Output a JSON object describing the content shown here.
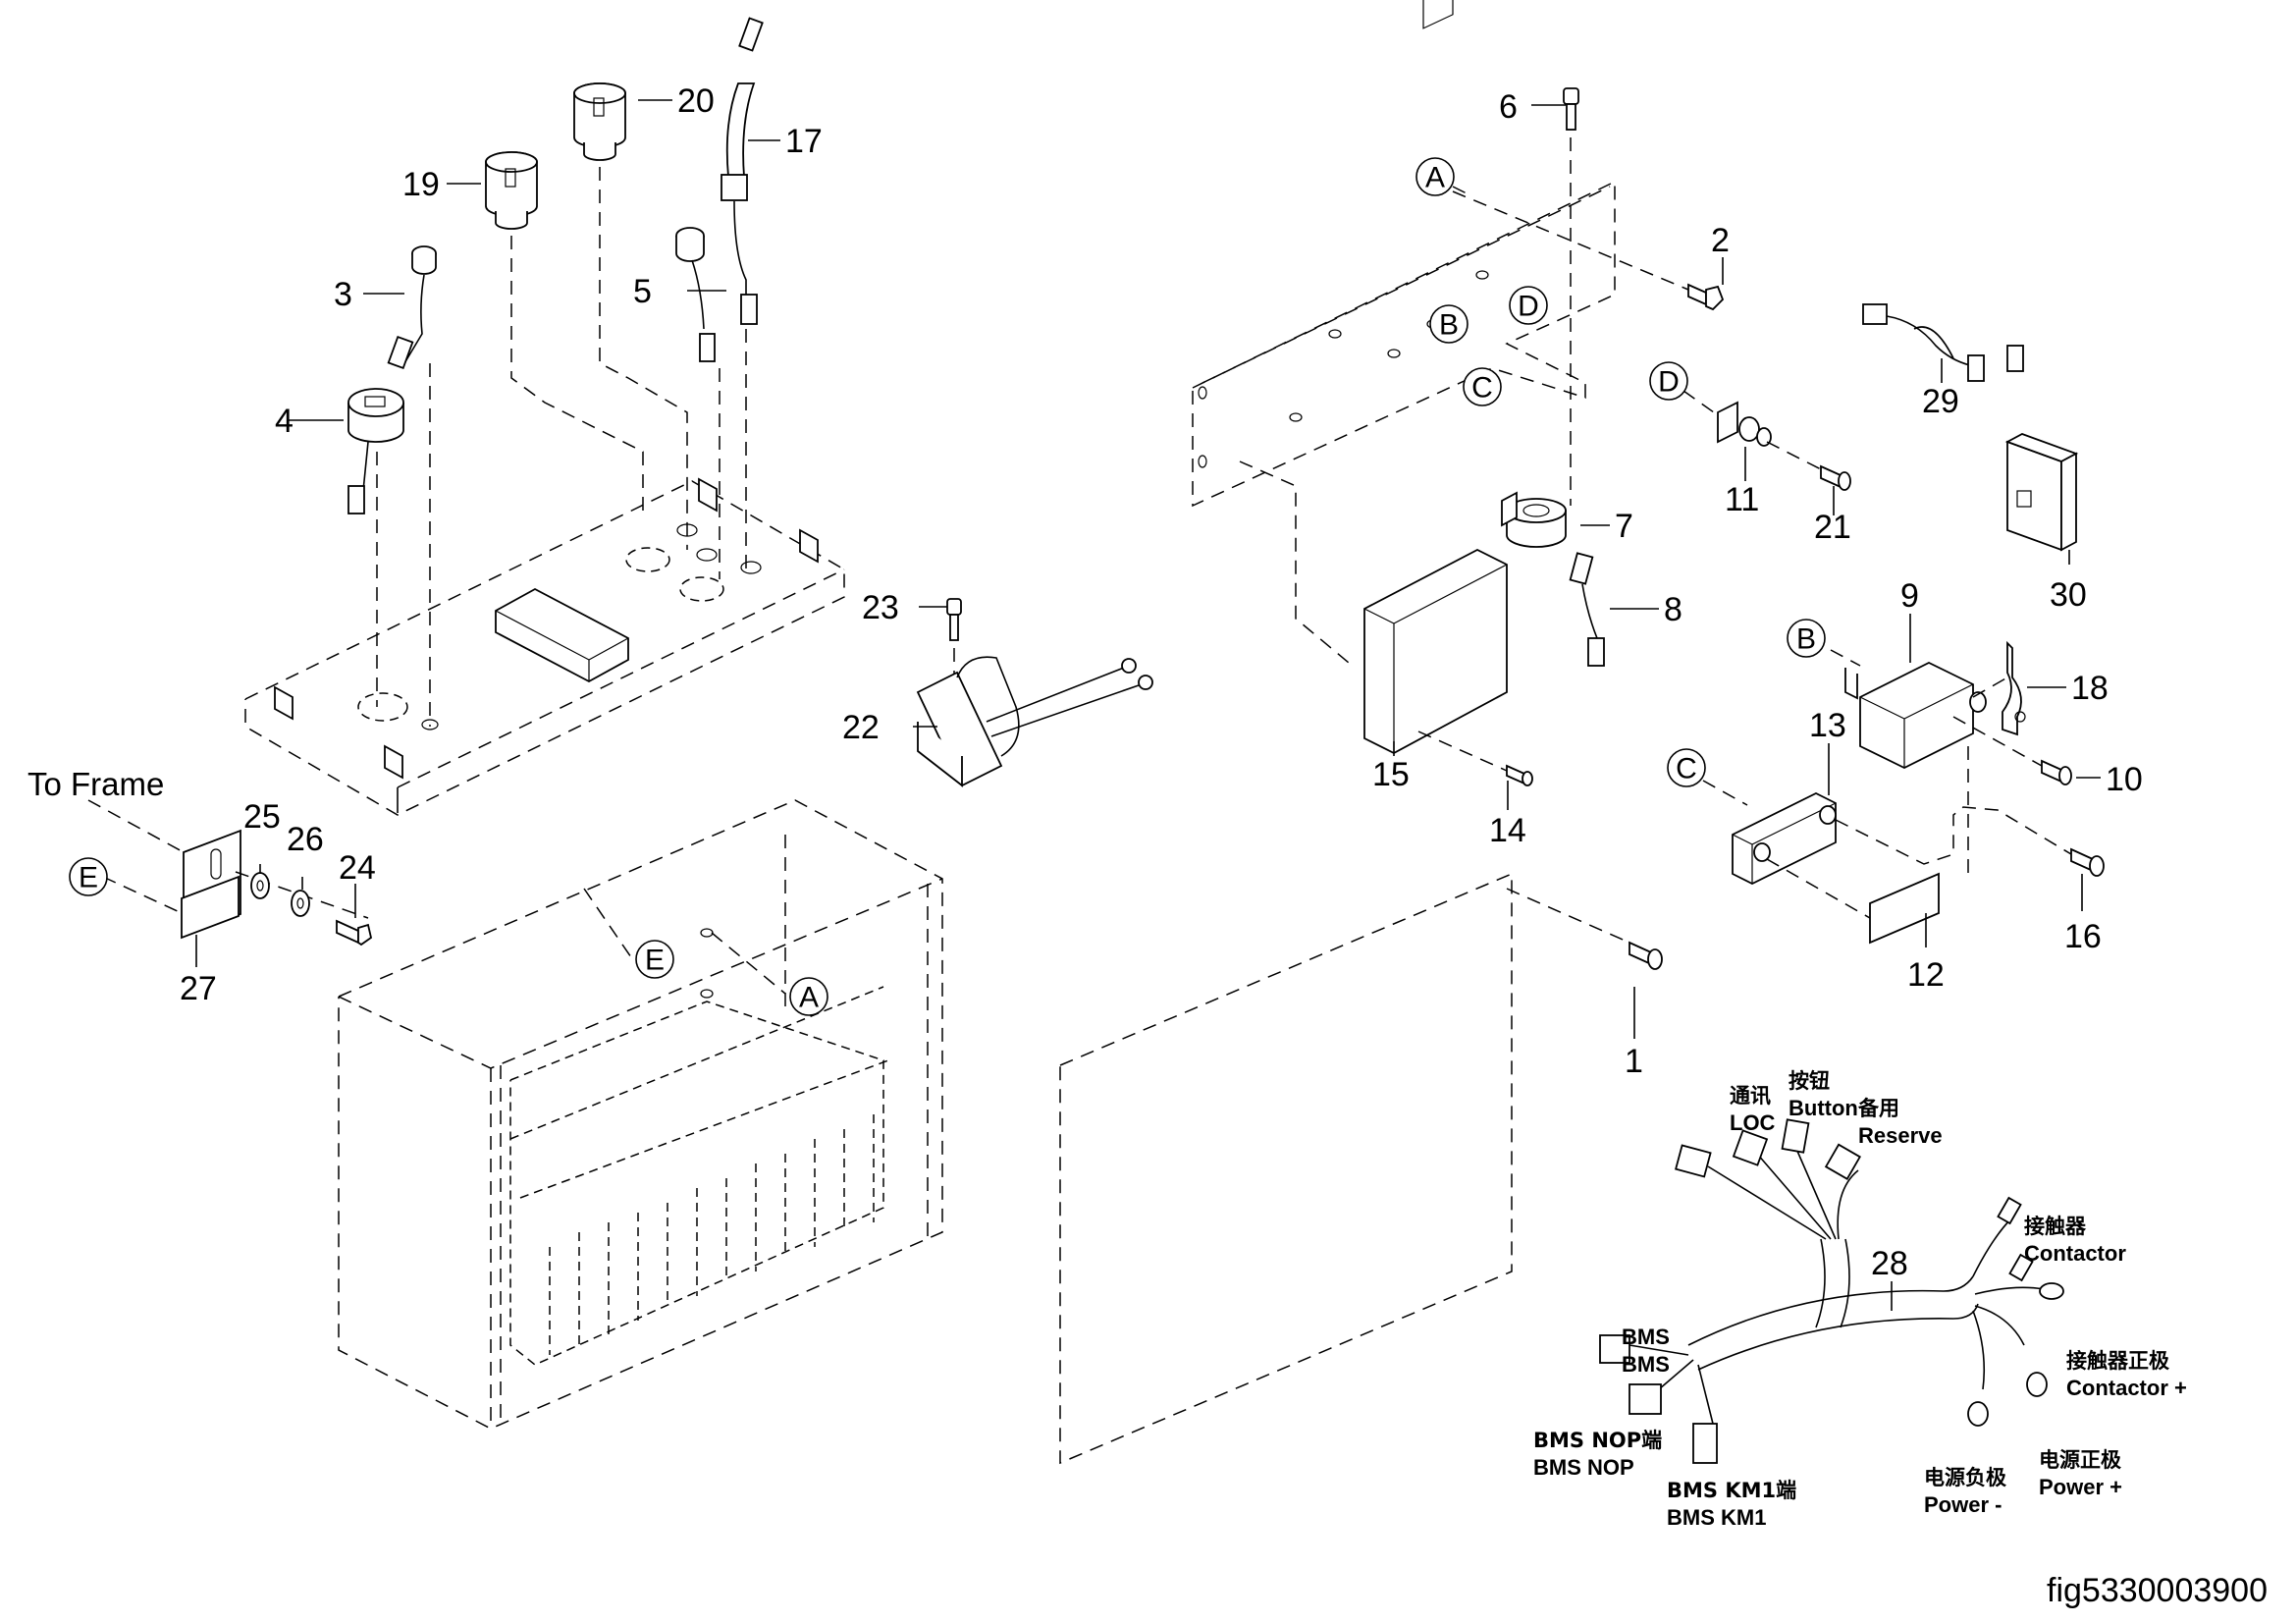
{
  "figure_id": "fig5330003900",
  "to_frame_label": "To Frame",
  "callouts": {
    "1": "1",
    "2": "2",
    "3": "3",
    "4": "4",
    "5": "5",
    "6": "6",
    "7": "7",
    "8": "8",
    "9": "9",
    "10": "10",
    "11": "11",
    "12": "12",
    "13": "13",
    "14": "14",
    "15": "15",
    "16": "16",
    "17": "17",
    "18": "18",
    "19": "19",
    "20": "20",
    "21": "21",
    "22": "22",
    "23": "23",
    "24": "24",
    "25": "25",
    "26": "26",
    "27": "27",
    "28": "28",
    "29": "29",
    "30": "30"
  },
  "reference_markers": {
    "A": "A",
    "B": "B",
    "C": "C",
    "D": "D",
    "E": "E"
  },
  "harness_28_labels": {
    "loc": {
      "cn": "通讯",
      "en": "LOC"
    },
    "button": {
      "cn": "按钮",
      "en": "Button"
    },
    "reserve": {
      "cn": "备用",
      "en": "Reserve"
    },
    "contactor": {
      "cn": "接触器",
      "en": "Contactor"
    },
    "contactor_plus": {
      "cn": "接触器正极",
      "en": "Contactor +"
    },
    "power_plus": {
      "cn": "电源正极",
      "en": "Power +"
    },
    "power_minus": {
      "cn": "电源负极",
      "en": "Power -"
    },
    "bms": {
      "cn": "BMS",
      "en": "BMS"
    },
    "bms_nop": {
      "cn": "BMS NOP端",
      "en": "BMS NOP"
    },
    "bms_km1": {
      "cn": "BMS KM1端",
      "en": "BMS KM1"
    }
  }
}
